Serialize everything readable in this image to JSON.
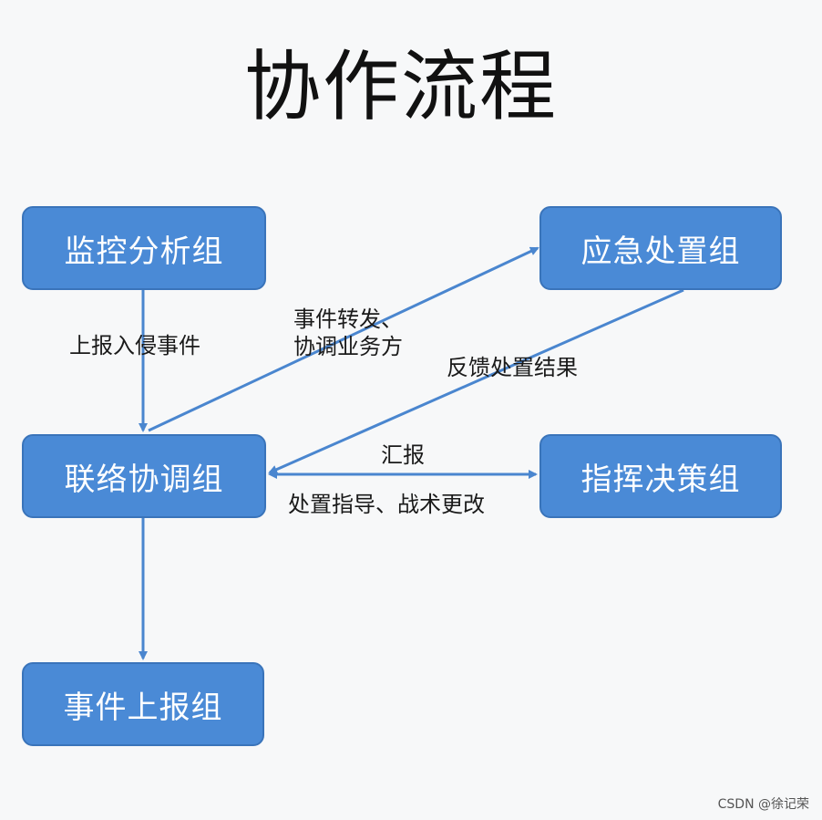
{
  "title": "协作流程",
  "nodes": {
    "monitor": "监控分析组",
    "emergency": "应急处置组",
    "liaison": "联络协调组",
    "command": "指挥决策组",
    "report": "事件上报组"
  },
  "edges": {
    "monitor_to_liaison": "上报入侵事件",
    "liaison_to_emergency": [
      "事件转发、",
      "协调业务方"
    ],
    "emergency_to_liaison": "反馈处置结果",
    "liaison_to_command": "汇报",
    "command_to_liaison": "处置指导、战术更改"
  },
  "colors": {
    "node_fill": "#4a8ad6",
    "node_border": "#3a74ba",
    "arrow": "#4a86cf"
  },
  "watermark": "CSDN @徐记荣"
}
